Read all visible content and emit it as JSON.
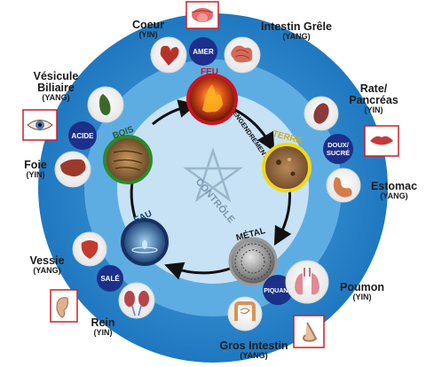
{
  "elements": {
    "feu": "FEU",
    "terre": "TERRE",
    "metal": "MÉTAL",
    "eau": "EAU",
    "bois": "BOIS"
  },
  "cycles": {
    "engendrement": "ENGENDREMENT",
    "controle": "CONTRÔLE"
  },
  "flavors": {
    "amer": "AMER",
    "doux_sucre_1": "DOUX/",
    "doux_sucre_2": "SUCRÉ",
    "piquant": "PIQUANT",
    "sale": "SALÉ",
    "acide": "ACIDE"
  },
  "organs": {
    "coeur": {
      "name": "Coeur",
      "polarity": "(YIN)"
    },
    "intestin_grele": {
      "name": "Intestin Grêle",
      "polarity": "(YANG)"
    },
    "rate_pancreas": {
      "name1": "Rate/",
      "name2": "Pancréas",
      "polarity": "(YIN)"
    },
    "estomac": {
      "name": "Estomac",
      "polarity": "(YANG)"
    },
    "poumon": {
      "name": "Poumon",
      "polarity": "(YIN)"
    },
    "gros_intestin": {
      "name": "Gros Intestin",
      "polarity": "(YANG)"
    },
    "rein": {
      "name": "Rein",
      "polarity": "(YIN)"
    },
    "vessie": {
      "name": "Vessie",
      "polarity": "(YANG)"
    },
    "foie": {
      "name": "Foie",
      "polarity": "(YIN)"
    },
    "vesicule_biliaire": {
      "name1": "Vésicule",
      "name2": "Biliaire",
      "polarity": "(YANG)"
    }
  },
  "colors": {
    "ring_outer": "#2a86c9",
    "ring_inner": "#5aaae0",
    "center": "#c9e3f5",
    "badge": "#1c2f8a",
    "feu_border": "#c8141e",
    "terre_border": "#f0d81a",
    "metal_border": "#9a9a9a",
    "eau_border": "#17305f",
    "bois_border": "#2a8a2a"
  }
}
